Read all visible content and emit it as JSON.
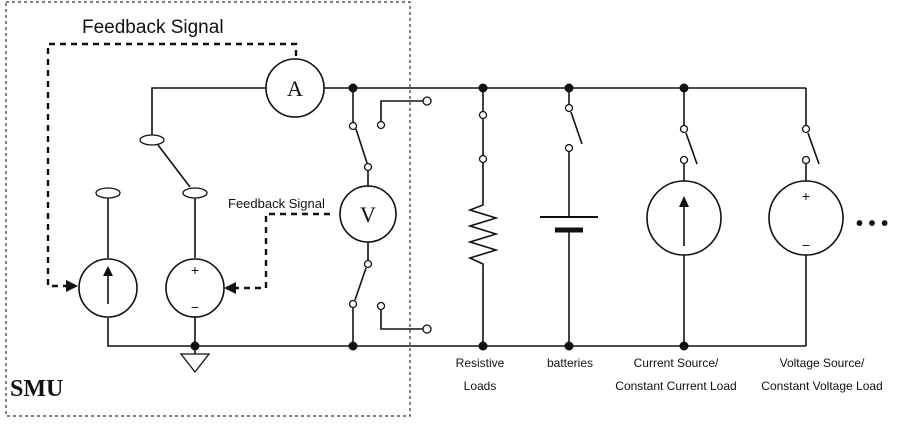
{
  "labels": {
    "feedback_top": "Feedback Signal",
    "feedback_mid": "Feedback Signal",
    "smu": "SMU",
    "ammeter": "A",
    "voltmeter": "V",
    "plus": "+",
    "minus": "−",
    "ellipsis": "• • •"
  },
  "loads": [
    {
      "line1": "Resistive",
      "line2": "Loads"
    },
    {
      "line1": "batteries",
      "line2": ""
    },
    {
      "line1": "Current Source/",
      "line2": "Constant Current Load"
    },
    {
      "line1": "Voltage Source/",
      "line2": "Constant Voltage Load"
    }
  ]
}
